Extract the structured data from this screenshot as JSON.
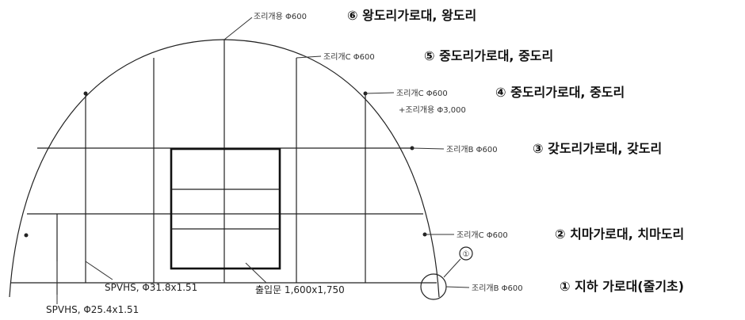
{
  "labels": [
    {
      "key": "l6",
      "spec": "조리개용 Φ600",
      "name": "⑥ 왕도리가로대, 왕도리"
    },
    {
      "key": "l5",
      "spec": "조리개C Φ600",
      "name": "⑤ 중도리가로대, 중도리"
    },
    {
      "key": "l4",
      "spec": "조리개C Φ600",
      "name": "④ 중도리가로대, 중도리",
      "extra": "+조리개용 Φ3,000"
    },
    {
      "key": "l3",
      "spec": "조리개B Φ600",
      "name": "③ 갖도리가로대, 갖도리"
    },
    {
      "key": "l2",
      "spec": "조리개C Φ600",
      "name": "② 치마가로대, 치마도리"
    },
    {
      "key": "l1",
      "spec": "조리개B Φ600",
      "name": "① 지하 가로대(줄기초)"
    }
  ],
  "dimensions": {
    "pipe_main": "SPVHS, Φ31.8x1.51",
    "pipe_sub": "SPVHS, Φ25.4x1.51",
    "door": "출입문 1,600x1,750"
  },
  "marker": "①"
}
